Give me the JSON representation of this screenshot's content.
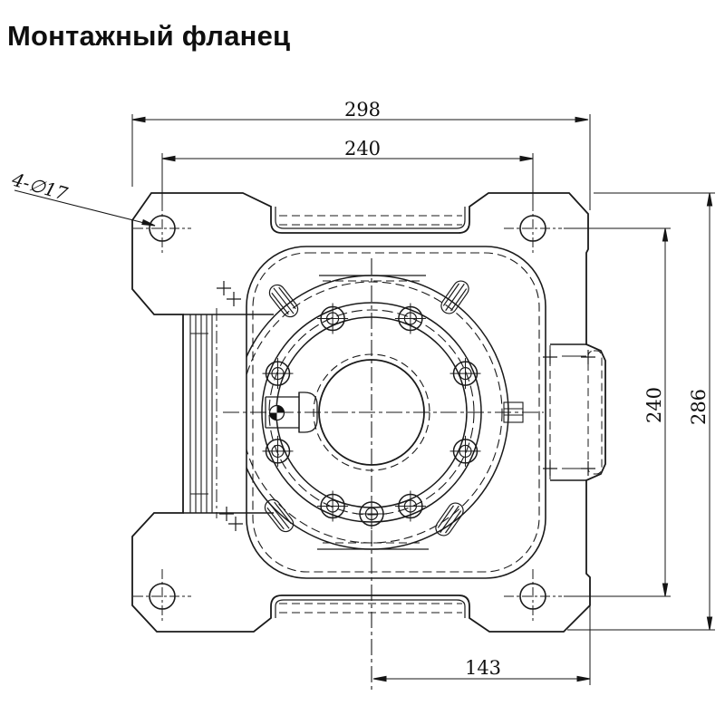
{
  "title": "Монтажный фланец",
  "drawing": {
    "kind": "mounting-flange-front-view",
    "dims": {
      "overall_width": "298",
      "hole_pitch_h": "240",
      "hole_pitch_v": "240",
      "overall_height": "286",
      "axis_to_right_edge": "143",
      "corner_holes": "4-∅17"
    },
    "line_color": "#1a1a1a",
    "background": "#ffffff"
  }
}
